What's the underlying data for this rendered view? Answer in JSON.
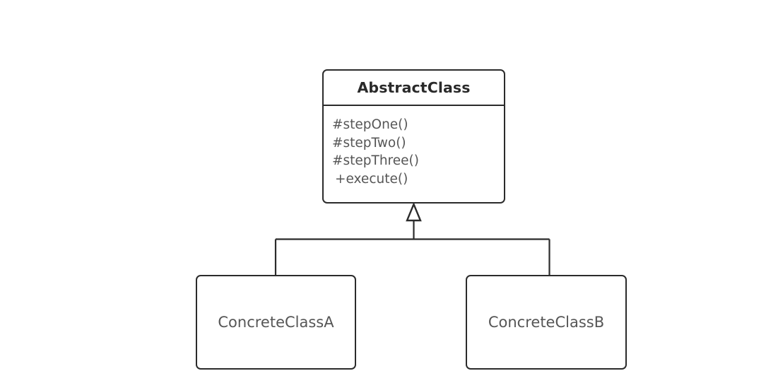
{
  "diagram": {
    "type": "uml-class-diagram",
    "pattern": "Template Method",
    "background_color": "#ffffff",
    "stroke_color": "#2b2b2b",
    "title_text_color": "#2a2a2a",
    "member_text_color": "#565656"
  },
  "classes": {
    "abstract": {
      "name": "AbstractClass",
      "stereotype": "",
      "members": [
        {
          "text": "#stepOne()",
          "visibility": "protected"
        },
        {
          "text": "#stepTwo()",
          "visibility": "protected"
        },
        {
          "text": "#stepThree()",
          "visibility": "protected"
        },
        {
          "text": "+execute()",
          "visibility": "public"
        }
      ]
    },
    "concrete_a": {
      "name": "ConcreteClassA"
    },
    "concrete_b": {
      "name": "ConcreteClassB"
    }
  },
  "relationships": [
    {
      "kind": "generalization",
      "from": "ConcreteClassA",
      "to": "AbstractClass",
      "arrow": "hollow-triangle"
    },
    {
      "kind": "generalization",
      "from": "ConcreteClassB",
      "to": "AbstractClass",
      "arrow": "hollow-triangle"
    }
  ]
}
